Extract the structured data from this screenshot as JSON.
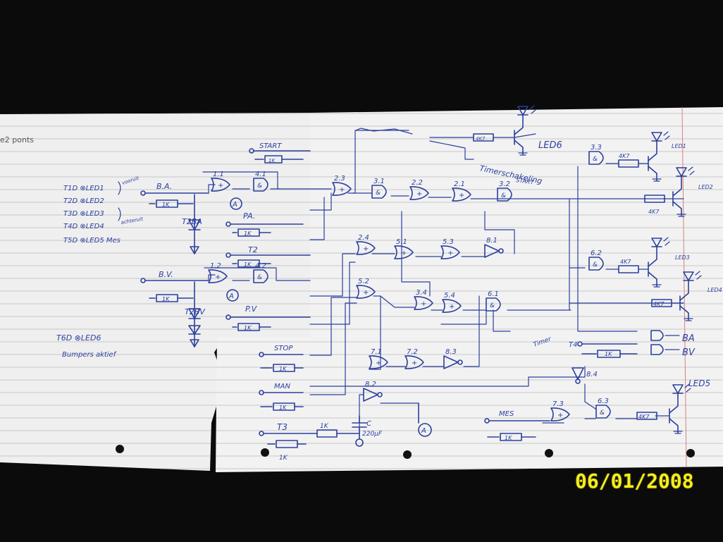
{
  "header_fragment": "e2 ponts",
  "legend": {
    "items": [
      "T1D ⊗LED1",
      "T2D ⊗LED2",
      "T3D ⊗LED3",
      "T4D ⊗LED4",
      "T5D ⊗LED5 Mes"
    ],
    "group_labels": [
      "vooruit",
      "achteruit"
    ],
    "item6": "T6D ⊗LED6",
    "item6_note": "Bumpers aktief"
  },
  "inputs": {
    "start": "START",
    "ba": "B.A.",
    "pa": "PA.",
    "t2": "T2",
    "bv": "B.V.",
    "pv": "P.V",
    "stop": "STOP",
    "man": "MAN",
    "t3": "T3",
    "mes": "MES",
    "timer": "Timer",
    "t4": "T4"
  },
  "resistors": {
    "r1k": "1K",
    "r4k7": "4K7"
  },
  "gates": [
    "1.1",
    "4.1",
    "1.2",
    "4.2",
    "2.3",
    "3.1",
    "2.2",
    "2.1",
    "3.2",
    "2.4",
    "5.1",
    "5.3",
    "8.1",
    "5.2",
    "3.4",
    "5.4",
    "6.1",
    "7.1",
    "7.2",
    "8.3",
    "8.2",
    "3.3",
    "6.2",
    "8.4",
    "7.3",
    "6.3"
  ],
  "diodes": {
    "ba": "T2BA",
    "bv": "T2BV"
  },
  "outputs": {
    "led1": "LED1",
    "led2": "LED2",
    "led3": "LED3",
    "led4": "LED4",
    "led5": "LED5",
    "led6": "LED6",
    "ba": "BA",
    "bv": "BV"
  },
  "notes": {
    "timer_circuit": "Timerschakeling",
    "timer_start": "START",
    "connector": "A",
    "capacitor": "C",
    "capacitor_value": "220µF"
  },
  "date_stamp": "06/01/2008",
  "colors": {
    "background": "#0b0b0b",
    "paper": "#efefef",
    "ink": "#2b3f9e",
    "ruling": "#b9b9b9",
    "stamp": "#f4ee1e"
  }
}
